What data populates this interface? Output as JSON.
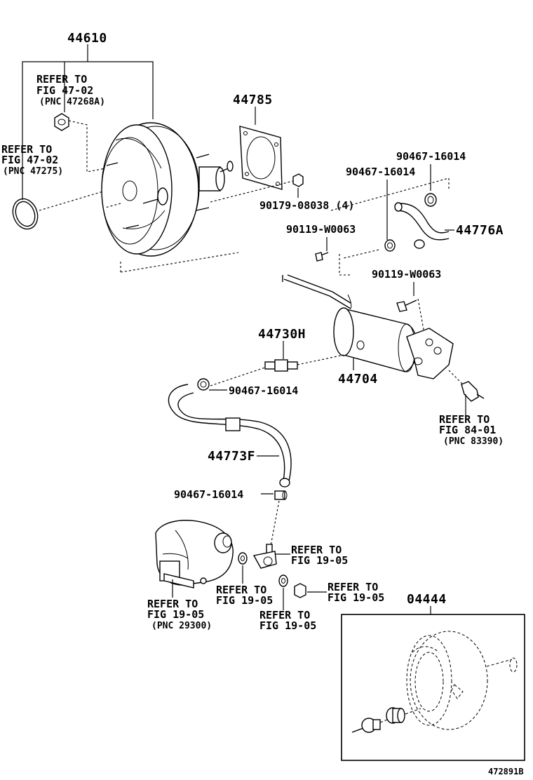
{
  "labels": {
    "booster_assy": "44610",
    "gasket": "44785",
    "check_valve_lower": "44730H",
    "tank": "44704",
    "hose_upper": "44776A",
    "hose_lower": "44773F",
    "booster_kit": "04444",
    "nut": "90179-08038 (4)",
    "bolt_a": "90119-W0063",
    "bolt_b": "90119-W0063",
    "clip_top_right": "90467-16014",
    "clip_top": "90467-16014",
    "clip_mid": "90467-16014",
    "clip_low": "90467-16014",
    "figure_id": "472891B"
  },
  "refs": {
    "ref_a": {
      "line1": "REFER TO",
      "line2": "FIG 47-02",
      "line3": "(PNC 47268A)"
    },
    "ref_b": {
      "line1": "REFER TO",
      "line2": "FIG 47-02",
      "line3": "(PNC 47275)"
    },
    "ref_c": {
      "line1": "REFER TO",
      "line2": "FIG 84-01",
      "line3": "(PNC 83390)"
    },
    "ref_d": {
      "line1": "REFER TO",
      "line2": "FIG 19-05"
    },
    "ref_e": {
      "line1": "REFER TO",
      "line2": "FIG 19-05"
    },
    "ref_f": {
      "line1": "REFER TO",
      "line2": "FIG 19-05"
    },
    "ref_g": {
      "line1": "REFER TO",
      "line2": "FIG 19-05"
    },
    "ref_h": {
      "line1": "REFER TO",
      "line2": "FIG 19-05",
      "line3": "(PNC 29300)"
    }
  }
}
